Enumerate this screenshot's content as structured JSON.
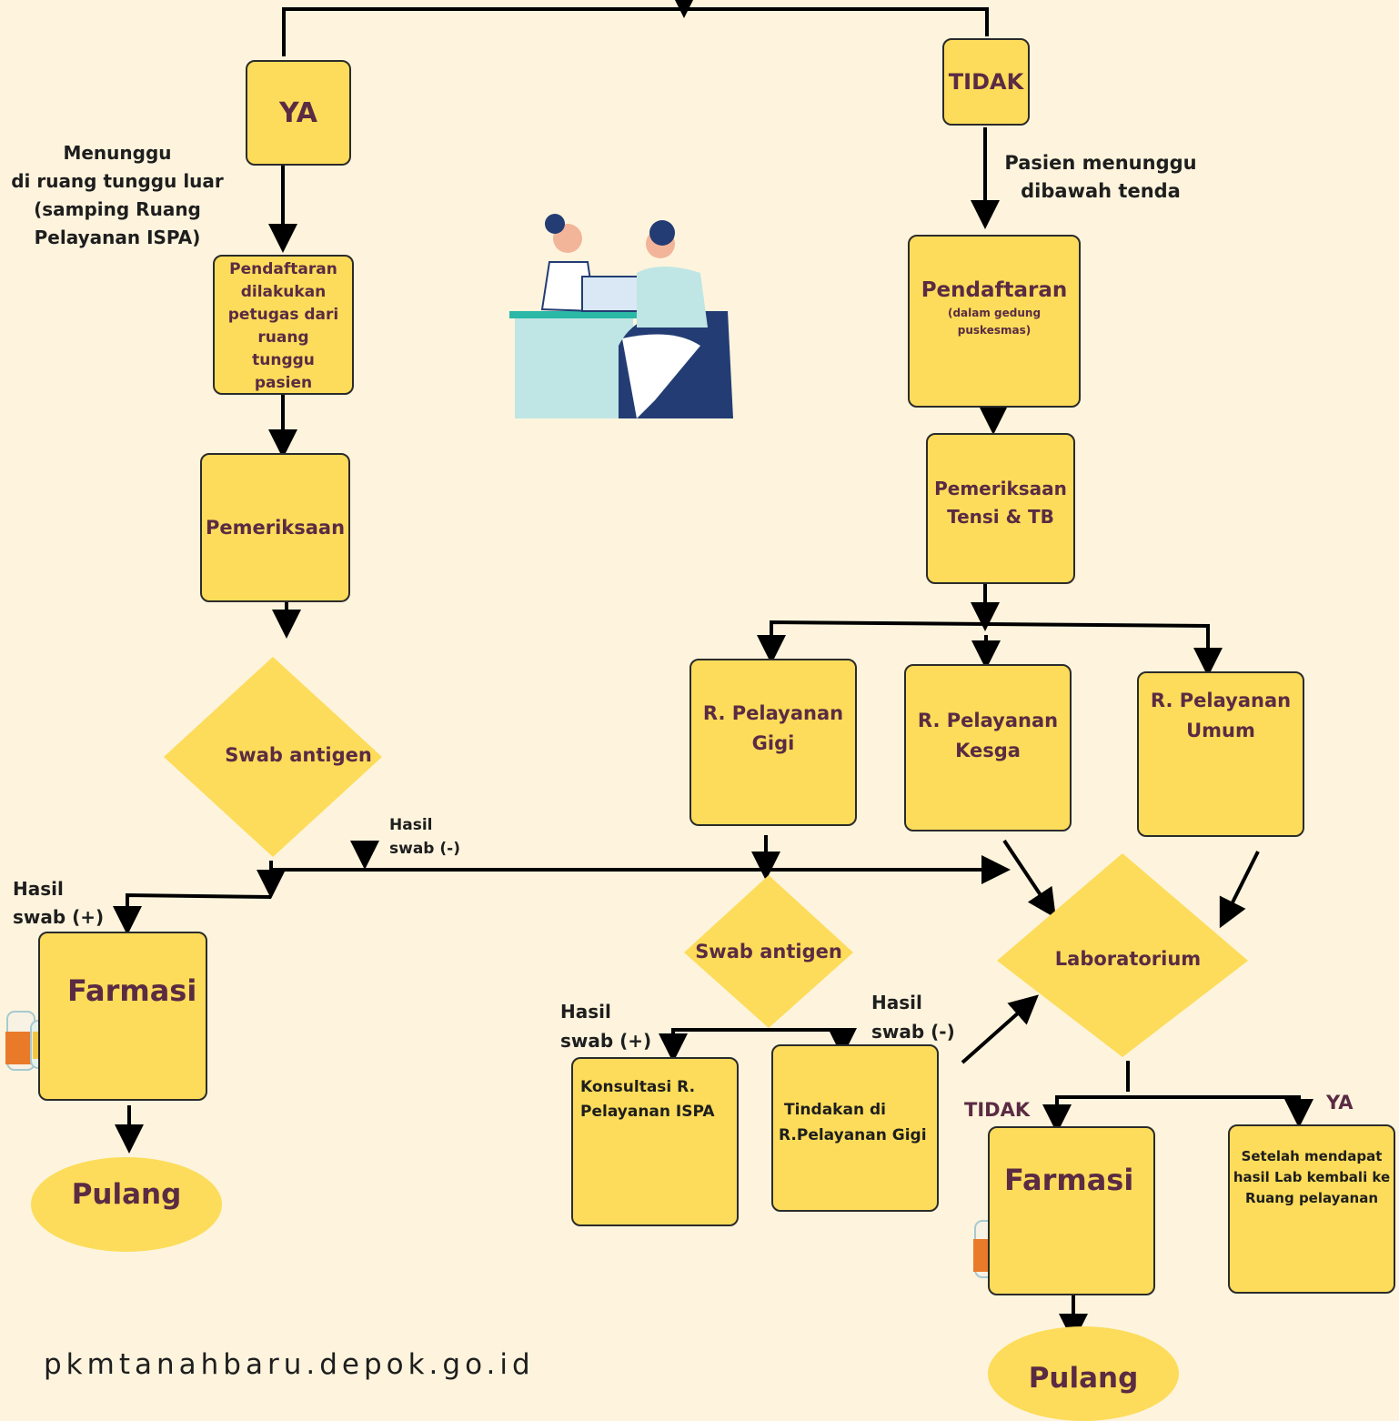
{
  "left": {
    "ya": "YA",
    "wait_note": [
      "Menunggu",
      "di ruang tunggu luar",
      "(samping Ruang",
      "Pelayanan ISPA)"
    ],
    "registration": [
      "Pendaftaran",
      "dilakukan",
      "petugas dari",
      "ruang",
      "tunggu",
      "pasien"
    ],
    "exam": "Pemeriksaan",
    "swab": "Swab antigen",
    "neg_label": [
      "Hasil",
      "swab (-)"
    ],
    "pos_label": [
      "Hasil",
      "swab (+)"
    ],
    "pharmacy": "Farmasi",
    "home": "Pulang"
  },
  "right": {
    "tidak": "TIDAK",
    "wait_note": [
      "Pasien menunggu",
      "dibawah tenda"
    ],
    "registration": "Pendaftaran",
    "registration_sub": [
      "(dalam gedung",
      "puskesmas)"
    ],
    "exam": [
      "Pemeriksaan",
      "Tensi & TB"
    ],
    "room_gigi": [
      "R. Pelayanan",
      "Gigi"
    ],
    "room_kesga": [
      "R. Pelayanan",
      "Kesga"
    ],
    "room_umum": [
      "R. Pelayanan",
      "Umum"
    ],
    "swab": "Swab antigen",
    "pos_label": [
      "Hasil",
      "swab (+)"
    ],
    "neg_label": [
      "Hasil",
      "swab (-)"
    ],
    "ispa": [
      "Konsultasi R.",
      "Pelayanan ISPA"
    ],
    "gigi_action": [
      "Tindakan di",
      "R.Pelayanan Gigi"
    ],
    "lab": "Laboratorium",
    "lab_no": "TIDAK",
    "lab_yes": "YA",
    "pharmacy": "Farmasi",
    "after_lab": [
      "Setelah mendapat",
      "hasil Lab kembali ke",
      "Ruang pelayanan"
    ],
    "home": "Pulang"
  },
  "footer": "pkmtanahbaru.depok.go.id",
  "colors": {
    "background": "#FEF4DD",
    "box": "#FCDC5A",
    "text": "#5A2B43",
    "line": "#000000"
  }
}
